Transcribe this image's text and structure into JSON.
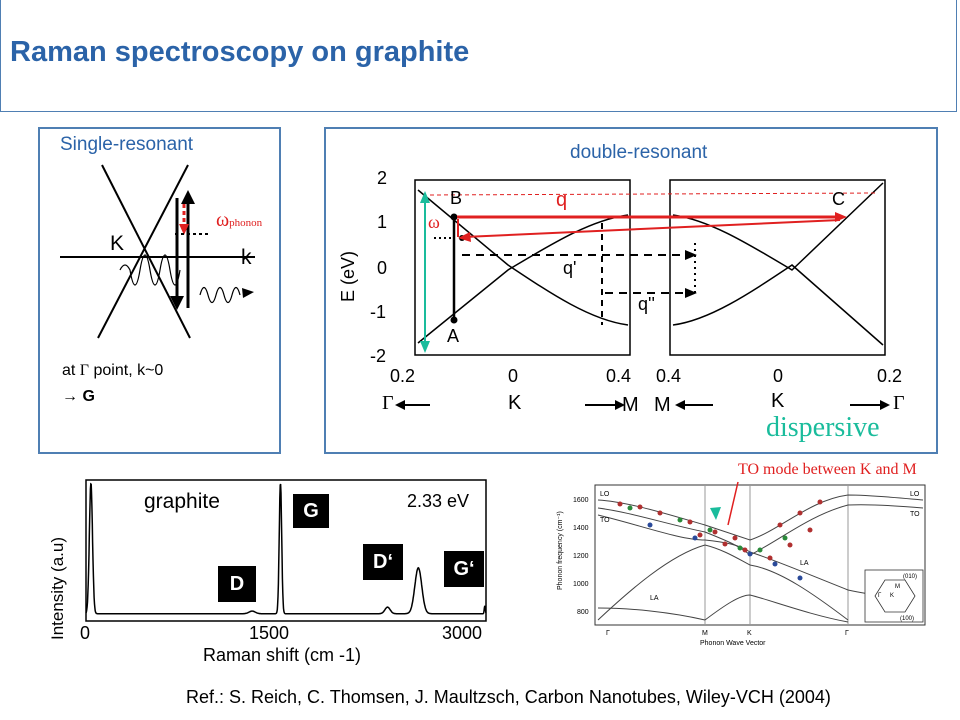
{
  "slide": {
    "title": "Raman spectroscopy on graphite",
    "reference": "Ref.: S. Reich, C. Thomsen, J. Maultzsch, Carbon Nanotubes, Wiley-VCH (2004)"
  },
  "single_resonant": {
    "heading": "Single-resonant",
    "K_label": "K",
    "k_label": "k",
    "omega": "ω",
    "omega_sub": "phonon",
    "caption_line1_pre": "at",
    "caption_gamma": "Γ",
    "caption_line1_post": "point, k~0",
    "caption_line2": "→ G"
  },
  "double_resonant": {
    "heading": "double-resonant",
    "y_axis_label": "E (eV)",
    "y_ticks": [
      "2",
      "1",
      "0",
      "-1",
      "-2"
    ],
    "left_x_ticks": [
      "0.2",
      "0",
      "0.4"
    ],
    "right_x_ticks": [
      "0.4",
      "0",
      "0.2"
    ],
    "left_sym": [
      "Γ",
      "K",
      "M"
    ],
    "right_sym": [
      "M",
      "K",
      "Γ"
    ],
    "point_labels": {
      "A": "A",
      "B": "B",
      "C": "C"
    },
    "q_labels": {
      "q": "q",
      "q1": "q'",
      "q2": "q''"
    },
    "omega": "ω",
    "dispersive": "dispersive"
  },
  "spectrum_chart": {
    "chart_data": {
      "type": "line",
      "sample": "graphite",
      "excitation": "2.33 eV",
      "xlabel": "Raman shift (cm -1)",
      "ylabel": "Intensity (a.u)",
      "xlim": [
        0,
        3250
      ],
      "x_ticks": [
        "0",
        "1500",
        "3000"
      ],
      "peaks": [
        {
          "name": "D",
          "x": 1350,
          "y": 0.02
        },
        {
          "name": "G",
          "x": 1580,
          "y": 1.0
        },
        {
          "name": "D‘",
          "x": 2450,
          "y": 0.05
        },
        {
          "name": "G‘",
          "x": 2700,
          "y": 0.35
        },
        {
          "name": "",
          "x": 3240,
          "y": 0.06
        }
      ],
      "edge_peak": {
        "x": 40,
        "y": 1.0
      }
    }
  },
  "phonon_dispersion": {
    "annotation": "TO mode between K and M",
    "y_label": "Phonon frequency (cm⁻¹)",
    "x_label": "Phonon Wave Vector",
    "y_ticks": [
      "1600",
      "1400",
      "1200",
      "1000",
      "800"
    ],
    "x_ticks": [
      "Γ",
      "M",
      "K",
      "Γ"
    ],
    "branch_labels": [
      "LO",
      "TO",
      "LA",
      "LO",
      "TO",
      "LA"
    ],
    "inset_labels": [
      "(010)",
      "(100)",
      "M",
      "K",
      "Γ"
    ]
  },
  "colors": {
    "title": "#2b63a8",
    "frame": "#4f7fb3",
    "red": "#e02020",
    "cyan": "#1abc9c",
    "dark": "#000000",
    "gray": "#888888"
  }
}
